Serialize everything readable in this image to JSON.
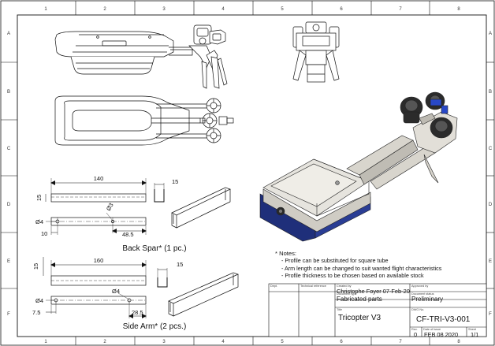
{
  "zones": {
    "columns": [
      "1",
      "2",
      "3",
      "4",
      "5",
      "6",
      "7",
      "8"
    ],
    "rows": [
      "A",
      "B",
      "C",
      "D",
      "E",
      "F"
    ]
  },
  "views": {
    "back_spar": {
      "caption": "Back Spar* (1 pc.)",
      "length": "140",
      "profile": "15",
      "hole_dia_top": "Ø3",
      "hole_dia_left": "Ø4",
      "offset_left": "10",
      "offset_right": "48.5"
    },
    "side_arm": {
      "caption": "Side Arm* (2 pcs.)",
      "length": "160",
      "profile": "15",
      "height": "15",
      "hole_dia_top": "Ø4",
      "hole_dia_left": "Ø4",
      "offset_left": "7.5",
      "offset_right": "28.5"
    }
  },
  "notes": {
    "heading": "Notes:",
    "items": [
      "- Profile can be substituted for square tube",
      "- Arm length can be changed to suit wanted flight characteristics",
      "- Profile thickness to be chosen based on available stock"
    ]
  },
  "title_block": {
    "dept_label": "Dept.",
    "tech_ref_label": "Technical reference",
    "created_by_label": "Created by",
    "created_by": "Christophe Foyer 07-Feb-20",
    "approved_by_label": "Approved by",
    "doc_type_label": "Document type",
    "doc_type": "Fabricated parts",
    "doc_status_label": "Document status",
    "doc_status": "Preliminary",
    "title_label": "Title",
    "title": "Tricopter V3",
    "dwg_no_label": "DWG No.",
    "dwg_no": "CF-TRI-V3-001",
    "rev_label": "Rev.",
    "rev": "0",
    "date_label": "Date of issue",
    "date": "FEB 08 2020",
    "sheet_label": "Sheet",
    "sheet": "1/1"
  },
  "colors": {
    "line": "#111111",
    "body_light": "#e6e4de",
    "body_mid": "#cfccc4",
    "battery_blue": "#1f2f7a",
    "motor_dark": "#2b2b2b",
    "accent_blue": "#2848c8"
  }
}
